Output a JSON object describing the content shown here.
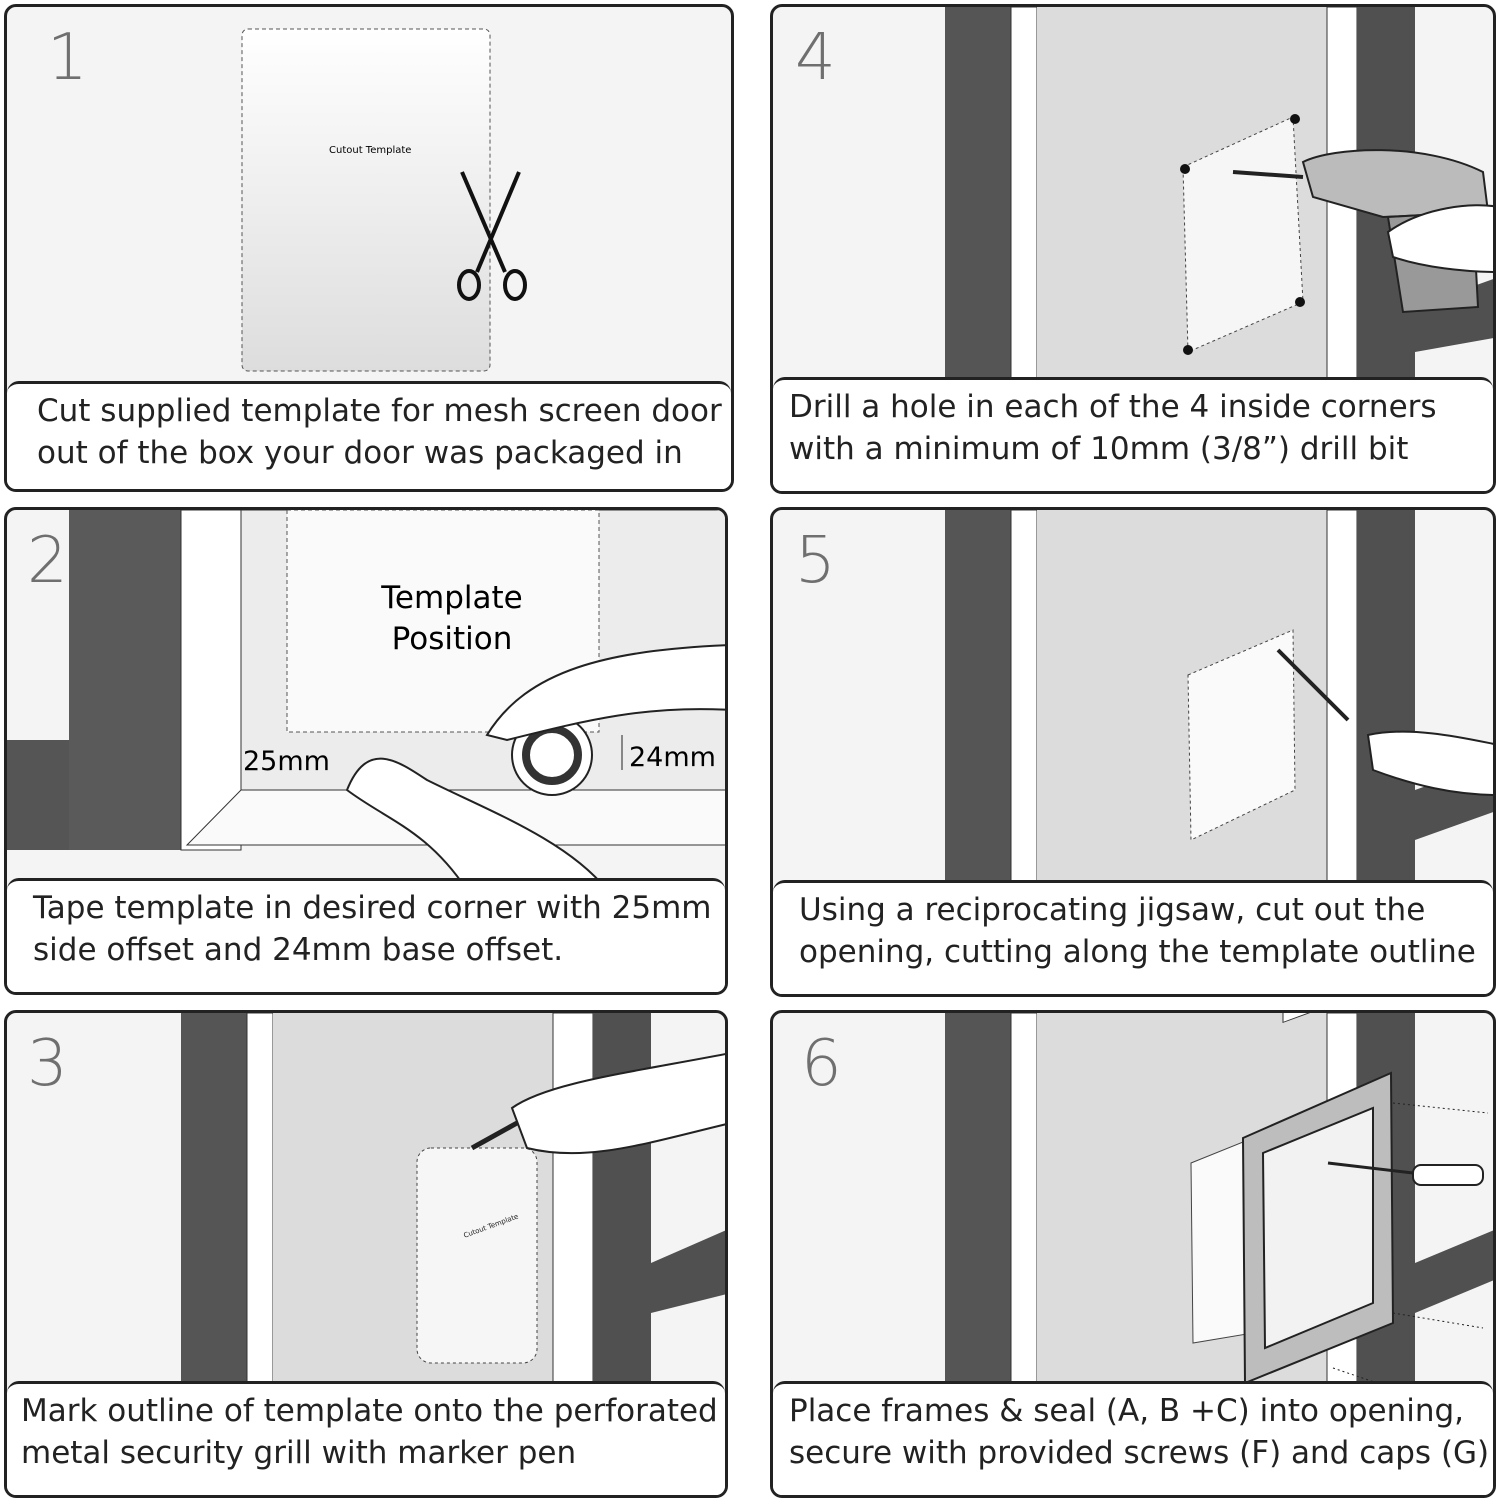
{
  "steps": [
    {
      "number": "1",
      "caption": [
        "Cut supplied template for mesh screen door",
        "out of the box your door was packaged in"
      ],
      "template_label": "Cutout Template"
    },
    {
      "number": "2",
      "caption": [
        "Tape template in desired corner with 25mm",
        "side offset and 24mm base offset."
      ],
      "template_label": [
        "Template",
        "Position"
      ],
      "side_offset": "25mm",
      "base_offset": "24mm"
    },
    {
      "number": "3",
      "caption": [
        "Mark outline of template onto the perforated",
        "metal security grill with marker pen"
      ],
      "template_label": "Cutout Template"
    },
    {
      "number": "4",
      "caption": [
        "Drill a hole in each of the 4 inside corners",
        "with a minimum of 10mm (3/8”) drill bit"
      ]
    },
    {
      "number": "5",
      "caption": [
        "Using a reciprocating jigsaw, cut out the",
        "opening, cutting along the template outline"
      ]
    },
    {
      "number": "6",
      "caption": [
        "Place frames & seal (A, B +C) into opening,",
        "secure with provided screws (F) and caps (G)"
      ]
    }
  ]
}
